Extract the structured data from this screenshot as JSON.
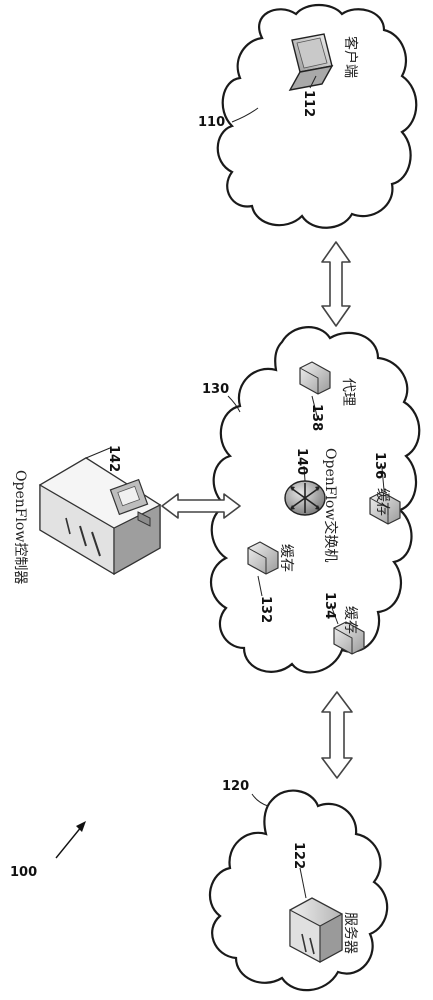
{
  "figure": {
    "system_ref": "100",
    "client_cloud_ref": "110",
    "server_cloud_ref": "120",
    "core_cloud_ref": "130",
    "controller_ref": "142",
    "controller_label": "OpenFlow控制器",
    "client_ref": "112",
    "client_label": "客户端",
    "server_ref": "122",
    "server_label": "服务器",
    "switch_ref": "140",
    "switch_label": "OpenFlow交换机",
    "proxy_ref": "138",
    "proxy_label": "代理",
    "cache_a_ref": "132",
    "cache_a_label": "缓存",
    "cache_b_ref": "134",
    "cache_b_label": "缓存",
    "cache_c_ref": "136",
    "cache_c_label": "缓存"
  },
  "colors": {
    "stroke": "#1a1a1a",
    "device_fill": "#d8d8d8",
    "device_dark": "#8a8a8a"
  },
  "icons": [
    "laptop-icon",
    "server-tower-icon",
    "router-icon",
    "small-server-icon",
    "double-arrow-icon"
  ]
}
